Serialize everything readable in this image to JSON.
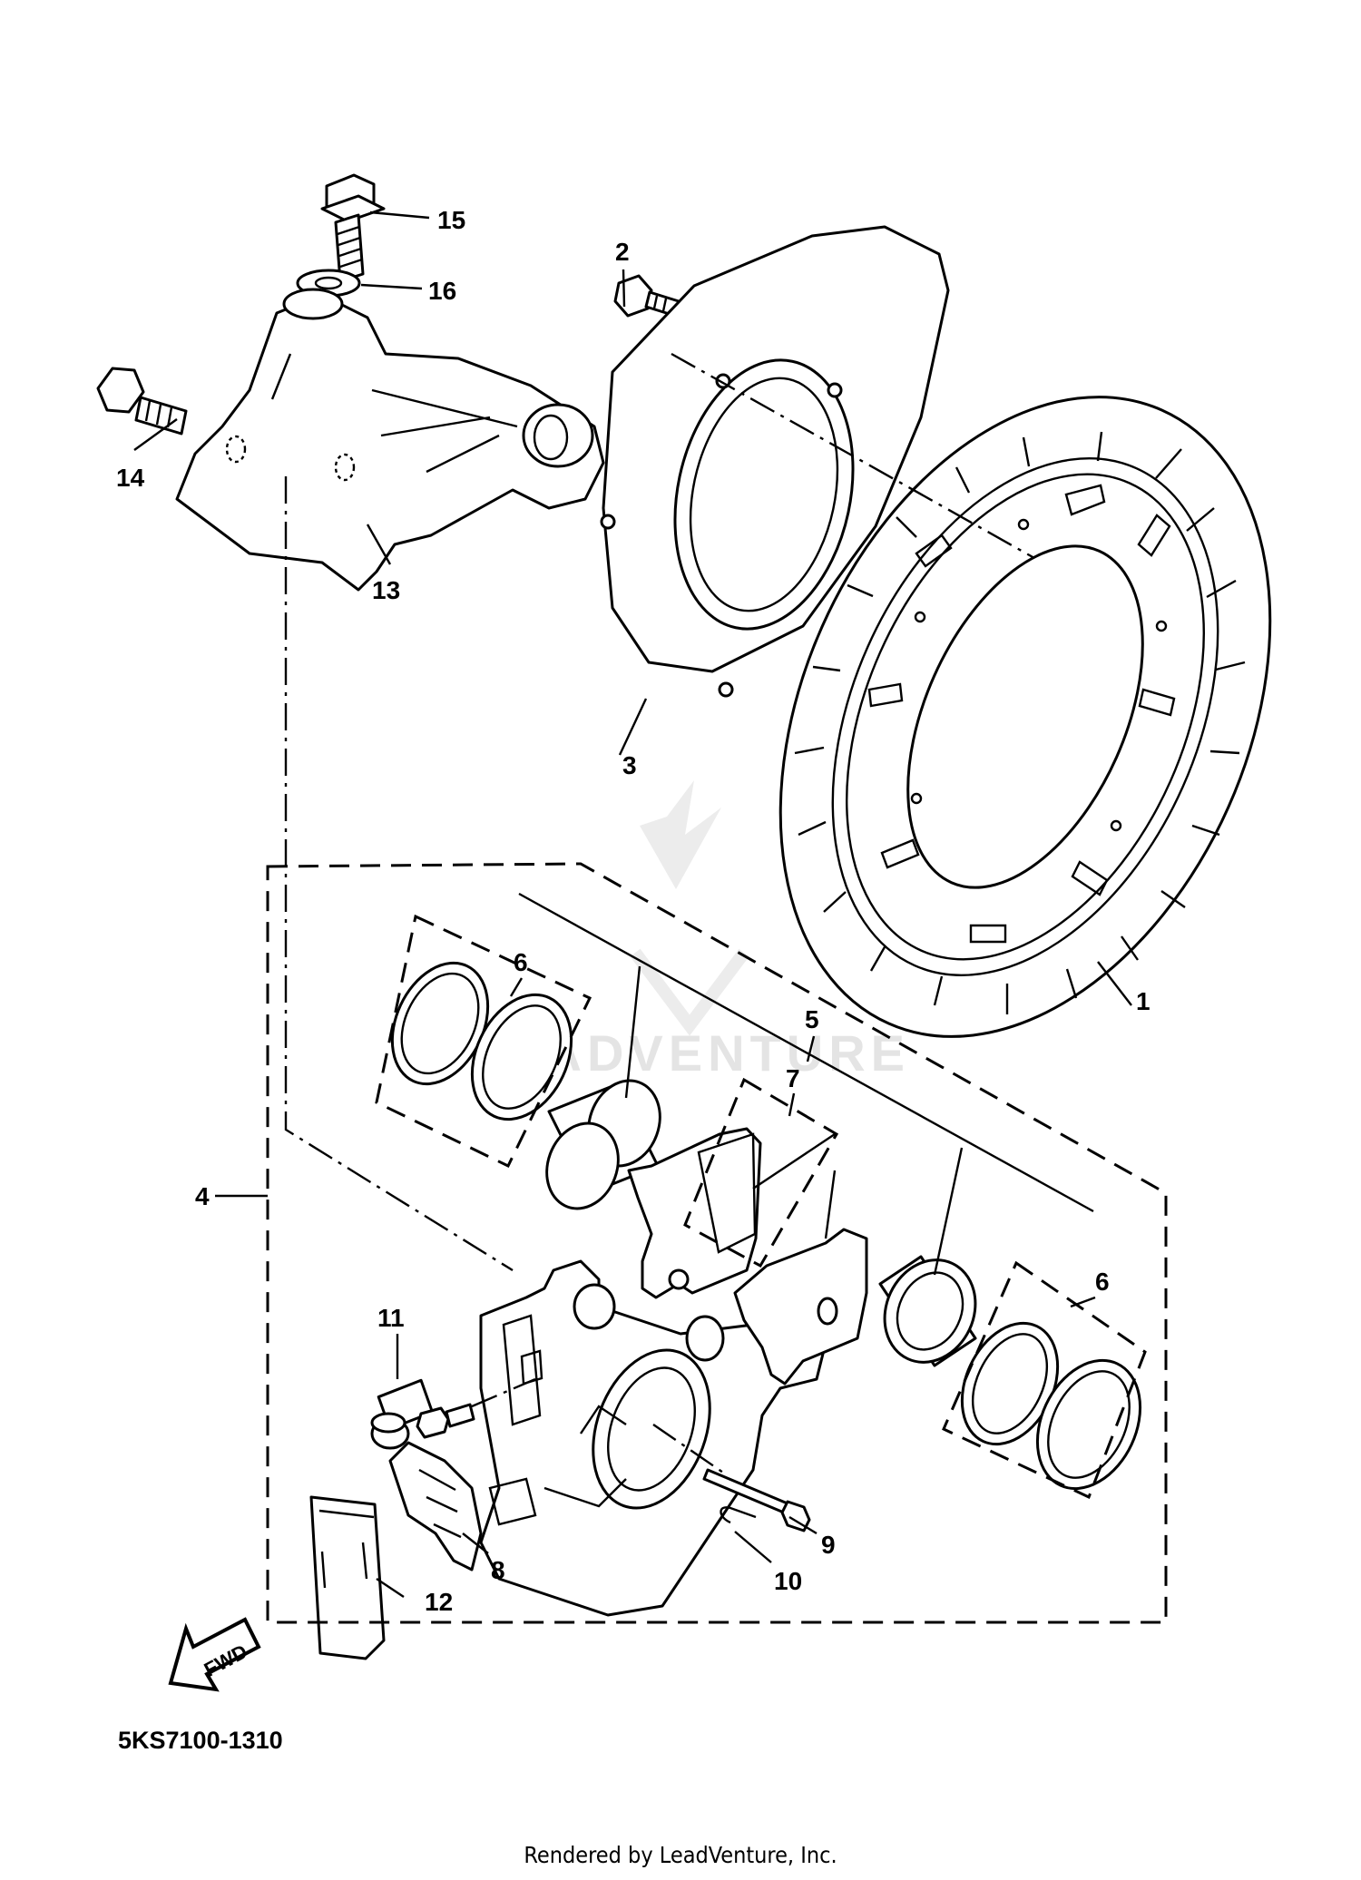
{
  "diagram": {
    "callouts": [
      {
        "id": "1",
        "label": "1"
      },
      {
        "id": "2",
        "label": "2"
      },
      {
        "id": "3",
        "label": "3"
      },
      {
        "id": "4",
        "label": "4"
      },
      {
        "id": "5",
        "label": "5"
      },
      {
        "id": "6a",
        "label": "6"
      },
      {
        "id": "6b",
        "label": "6"
      },
      {
        "id": "7",
        "label": "7"
      },
      {
        "id": "8",
        "label": "8"
      },
      {
        "id": "9",
        "label": "9"
      },
      {
        "id": "10",
        "label": "10"
      },
      {
        "id": "11",
        "label": "11"
      },
      {
        "id": "12",
        "label": "12"
      },
      {
        "id": "13",
        "label": "13"
      },
      {
        "id": "14",
        "label": "14"
      },
      {
        "id": "15",
        "label": "15"
      },
      {
        "id": "16",
        "label": "16"
      }
    ],
    "fwd_label": "FWD",
    "diagram_code": "5KS7100-1310",
    "watermark": "LEADVENTURE",
    "footer": "Rendered by LeadVenture, Inc."
  }
}
